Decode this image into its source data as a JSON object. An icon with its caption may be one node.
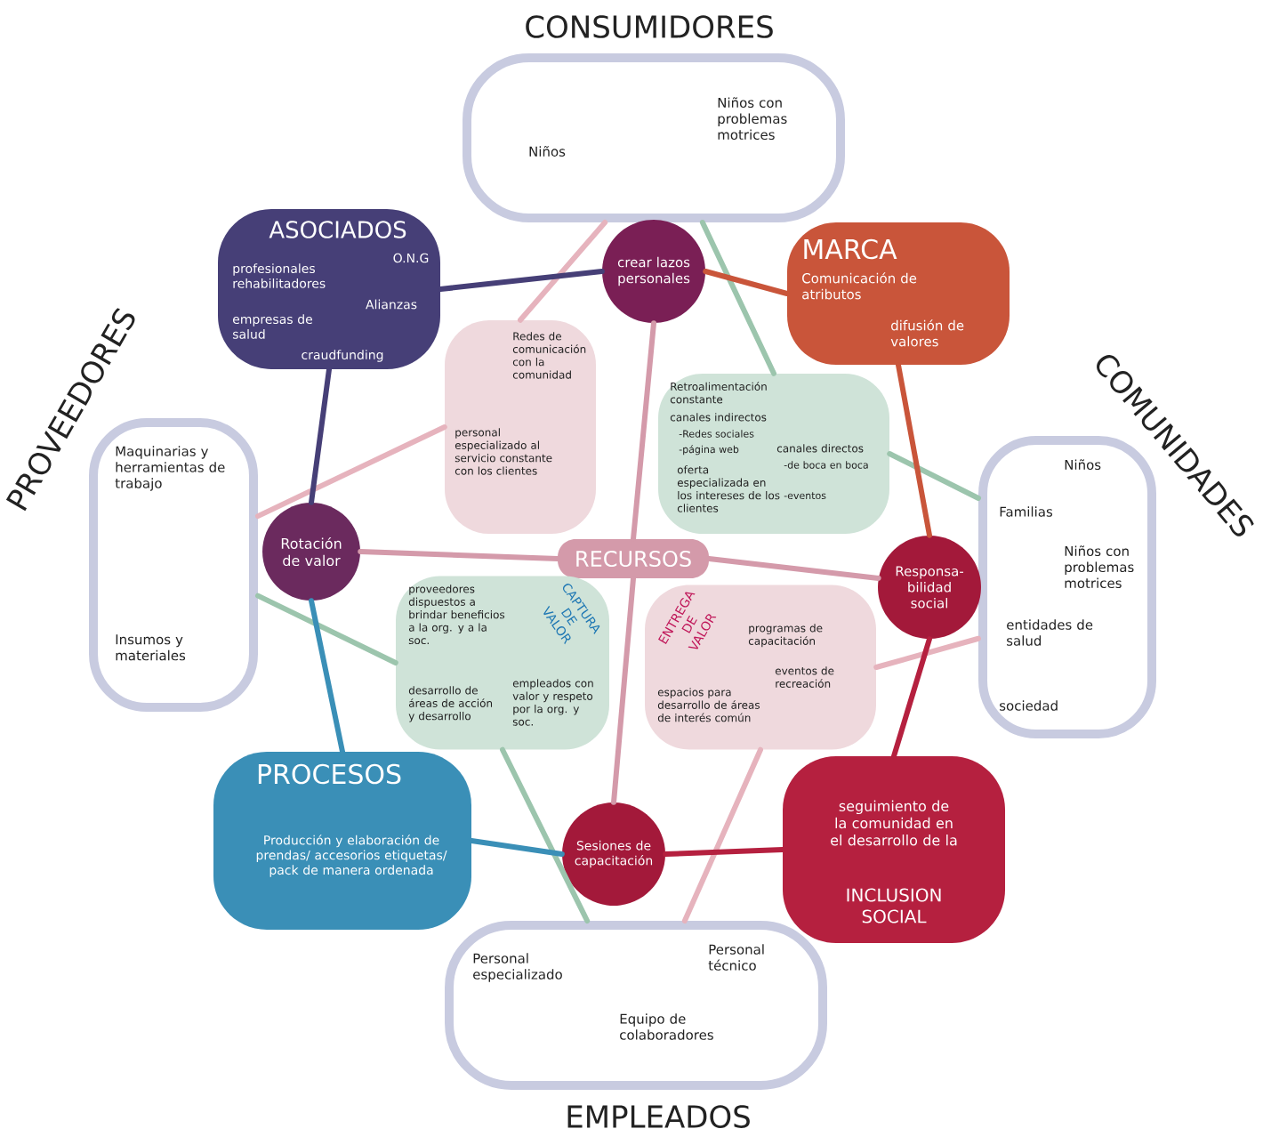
{
  "diagram": {
    "nodes": [
      {
        "text": [
          "CONSUMIDORES",
          "Niños",
          "Niños con problemas motrices"
        ]
      },
      {
        "text": [
          "PROVEEDORES",
          "Maquinarias y herramientas de trabajo",
          "Insumos y materiales"
        ]
      },
      {
        "text": [
          "COMUNIDADES",
          "Niños",
          "Familias",
          "Niños con problemas motrices",
          "entidades de salud",
          "sociedad"
        ]
      },
      {
        "text": [
          "EMPLEADOS",
          "Personal especializado",
          "Personal técnico",
          "Equipo de colaboradores"
        ]
      },
      {
        "text": [
          "ASOCIADOS",
          "O.N.G",
          "profesionales rehabilitadores",
          "Alianzas",
          "empresas de salud",
          "craudfunding"
        ]
      },
      {
        "text": [
          "MARCA",
          "Comunicación de atributos",
          "difusión de valores"
        ]
      },
      {
        "text": [
          "PROCESOS",
          "Producción y elaboración de prendas/ accesorios etiquetas/ pack de manera ordenada"
        ]
      },
      {
        "text": [
          "seguimiento de la comunidad en el desarrollo de la",
          "INCLUSION SOCIAL"
        ]
      },
      {
        "text": [
          "RECURSOS"
        ]
      },
      {
        "text": [
          "Redes de comunicación con la comunidad",
          "personal especializado al servicio constante con los clientes"
        ]
      },
      {
        "text": [
          "Retroalimentación constante",
          "canales indirectos",
          "-Redes sociales",
          "-página web",
          "canales directos",
          "-de boca en boca",
          "-eventos",
          "oferta especializada en los intereses de los clientes"
        ]
      },
      {
        "text": [
          "CAPTURA DE VALOR",
          "proveedores dispuestos a brindar beneficios a la org. y a la soc.",
          "desarrollo de áreas de acción y desarrollo",
          "empleados con valor y respeto por la org. y soc."
        ]
      },
      {
        "text": [
          "ENTREGA DE VALOR",
          "programas de capacitación",
          "eventos de recreación",
          "espacios para desarrollo de áreas de interés común"
        ]
      },
      {
        "text": [
          "crear lazos personales"
        ]
      },
      {
        "text": [
          "Rotación de valor"
        ]
      },
      {
        "text": [
          "Responsa- bilidad social"
        ]
      },
      {
        "text": [
          "Sesiones de capacitación"
        ]
      }
    ],
    "edges": [
      {
        "from": 0,
        "to": 9,
        "arrow": "none",
        "color": "#e6b3bd"
      },
      {
        "from": 0,
        "to": 10,
        "arrow": "none",
        "color": "#9cc5ad"
      },
      {
        "from": 1,
        "to": 9,
        "arrow": "none",
        "color": "#e6b3bd"
      },
      {
        "from": 1,
        "to": 11,
        "arrow": "none",
        "color": "#9cc5ad"
      },
      {
        "from": 2,
        "to": 10,
        "arrow": "none",
        "color": "#9cc5ad"
      },
      {
        "from": 2,
        "to": 12,
        "arrow": "none",
        "color": "#e6b3bd"
      },
      {
        "from": 3,
        "to": 11,
        "arrow": "none",
        "color": "#9cc5ad"
      },
      {
        "from": 3,
        "to": 12,
        "arrow": "none",
        "color": "#e6b3bd"
      },
      {
        "from": 8,
        "to": 13,
        "arrow": "none",
        "color": "#d49aaa"
      },
      {
        "from": 8,
        "to": 14,
        "arrow": "none",
        "color": "#d49aaa"
      },
      {
        "from": 8,
        "to": 15,
        "arrow": "none",
        "color": "#d49aaa"
      },
      {
        "from": 8,
        "to": 16,
        "arrow": "none",
        "color": "#d49aaa"
      },
      {
        "from": 4,
        "to": 13,
        "arrow": "none",
        "color": "#463f77"
      },
      {
        "from": 4,
        "to": 14,
        "arrow": "none",
        "color": "#463f77"
      },
      {
        "from": 6,
        "to": 14,
        "arrow": "none",
        "color": "#3a8fb7"
      },
      {
        "from": 6,
        "to": 16,
        "arrow": "none",
        "color": "#3a8fb7"
      },
      {
        "from": 5,
        "to": 13,
        "arrow": "none",
        "color": "#c9553a"
      },
      {
        "from": 5,
        "to": 15,
        "arrow": "none",
        "color": "#c9553a"
      },
      {
        "from": 7,
        "to": 15,
        "arrow": "none",
        "color": "#b5203f"
      },
      {
        "from": 7,
        "to": 16,
        "arrow": "none",
        "color": "#b5203f"
      }
    ]
  }
}
